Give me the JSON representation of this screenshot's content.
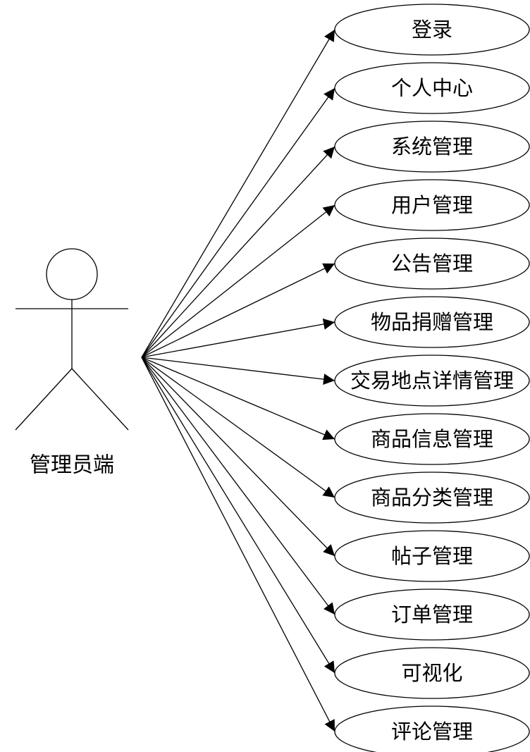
{
  "actor": {
    "name": "管理员端"
  },
  "use_cases": [
    {
      "label": "登录"
    },
    {
      "label": "个人中心"
    },
    {
      "label": "系统管理"
    },
    {
      "label": "用户管理"
    },
    {
      "label": "公告管理"
    },
    {
      "label": "物品捐赠管理"
    },
    {
      "label": "交易地点详情管理"
    },
    {
      "label": "商品信息管理"
    },
    {
      "label": "商品分类管理"
    },
    {
      "label": "帖子管理"
    },
    {
      "label": "订单管理"
    },
    {
      "label": "可视化"
    },
    {
      "label": "评论管理"
    }
  ]
}
